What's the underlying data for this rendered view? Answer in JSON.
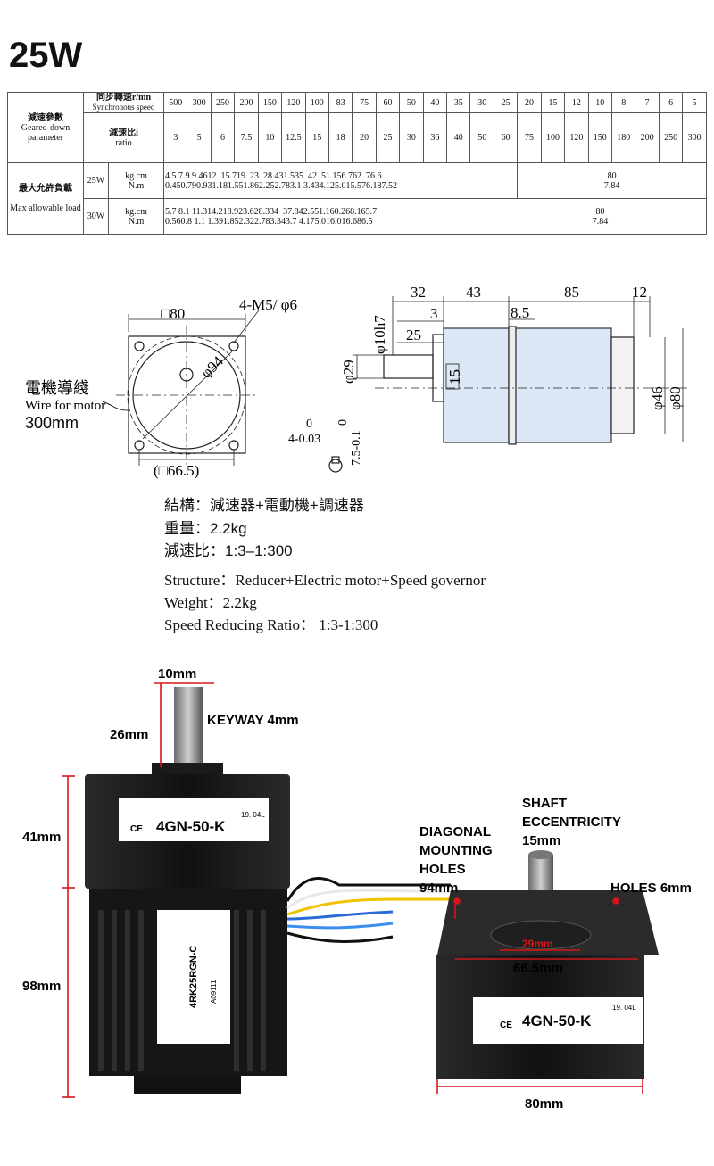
{
  "title": "25W",
  "table": {
    "header": {
      "param_cn": "減速參數",
      "param_en": "Geared-down parameter",
      "speed_cn": "同步轉速r/mn",
      "speed_en": "Synchronous speed",
      "ratio_cn": "減速比i",
      "ratio_en": "ratio"
    },
    "speeds": [
      "500",
      "300",
      "250",
      "200",
      "150",
      "120",
      "100",
      "83",
      "75",
      "60",
      "50",
      "40",
      "35",
      "30",
      "25",
      "20",
      "15",
      "12",
      "10",
      "8",
      "7",
      "6",
      "5"
    ],
    "ratios": [
      "3",
      "5",
      "6",
      "7.5",
      "10",
      "12.5",
      "15",
      "18",
      "20",
      "25",
      "30",
      "36",
      "40",
      "50",
      "60",
      "75",
      "100",
      "120",
      "150",
      "180",
      "200",
      "250",
      "300"
    ],
    "load_cn": "最大允許負載",
    "load_en": "Max allowable load",
    "unit_kgcm": "kg.cm",
    "unit_nm": "N.m",
    "rows": [
      {
        "power": "25W",
        "kgcm": [
          "4.5",
          "7.9",
          "9.46",
          "12",
          "15.7",
          "19",
          "23",
          "28.4",
          "31.5",
          "35",
          "42",
          "51.1",
          "56.7",
          "62",
          "76.6"
        ],
        "nm": [
          "0.45",
          "0.79",
          "0.93",
          "1.18",
          "1.55",
          "1.86",
          "2.25",
          "2.78",
          "3.1",
          "3.43",
          "4.12",
          "5.01",
          "5.57",
          "6.18",
          "7.52"
        ],
        "tail_kgcm": "80",
        "tail_nm": "7.84"
      },
      {
        "power": "30W",
        "kgcm": [
          "5.7",
          "8.1",
          "11.3",
          "14.2",
          "18.9",
          "23.6",
          "28.3",
          "34",
          "37.8",
          "42.5",
          "51.1",
          "60.2",
          "68.1",
          "65.7"
        ],
        "nm": [
          "0.56",
          "0.8",
          "1.1",
          "1.39",
          "1.85",
          "2.32",
          "2.78",
          "3.34",
          "3.7",
          "4.17",
          "5.01",
          "6.01",
          "6.68",
          "6.5"
        ],
        "tail_kgcm": "80",
        "tail_nm": "7.84"
      }
    ]
  },
  "drawing": {
    "front": {
      "square": "□80",
      "holes": "4-M5/ φ6",
      "diag": "φ94",
      "inner": "(□66.5)",
      "wire_cn": "電機導綫",
      "wire_en": "Wire for motor",
      "wire_len": "300mm",
      "key_a_top": "0",
      "key_a": "4-0.03",
      "key_b_top": "0",
      "key_b": "7.5-0.1"
    },
    "side": {
      "d32": "32",
      "d43": "43",
      "d85": "85",
      "d12": "12",
      "d3": "3",
      "d85b": "8.5",
      "d25": "25",
      "phi10": "φ10h7",
      "phi29": "φ29",
      "d15": "15",
      "phi46": "φ46",
      "phi80": "φ80"
    }
  },
  "specs_cn": {
    "structure": "結構：減速器+電動機+調速器",
    "weight": "重量：2.2kg",
    "ratio": "減速比：1:3–1:300"
  },
  "specs_en": {
    "structure": "Structure：Reducer+Electric motor+Speed governor",
    "weight": "Weight：2.2kg",
    "ratio": "Speed Reducing Ratio： 1:3-1:300"
  },
  "photo": {
    "shaft_dia": "10mm",
    "keyway": "KEYWAY 4mm",
    "shaft_len": "26mm",
    "gear_h": "41mm",
    "motor_h": "98mm",
    "label_model": "4GN-50-K",
    "label_code": "19. 04L",
    "motor_model": "4RK25RGN-C",
    "motor_code": "A09111",
    "ce": "CE",
    "shaft_ecc": [
      "SHAFT",
      "ECCENTRICITY",
      "15mm"
    ],
    "diag_holes": [
      "DIAGONAL",
      "MOUNTING",
      "HOLES",
      "94mm"
    ],
    "holes": "HOLES 6mm",
    "d29": "29mm",
    "d665": "66.5mm",
    "d80": "80mm",
    "colors": {
      "red": "#d4161a",
      "motor": "#1c1c1c",
      "label": "#ffffff"
    }
  }
}
